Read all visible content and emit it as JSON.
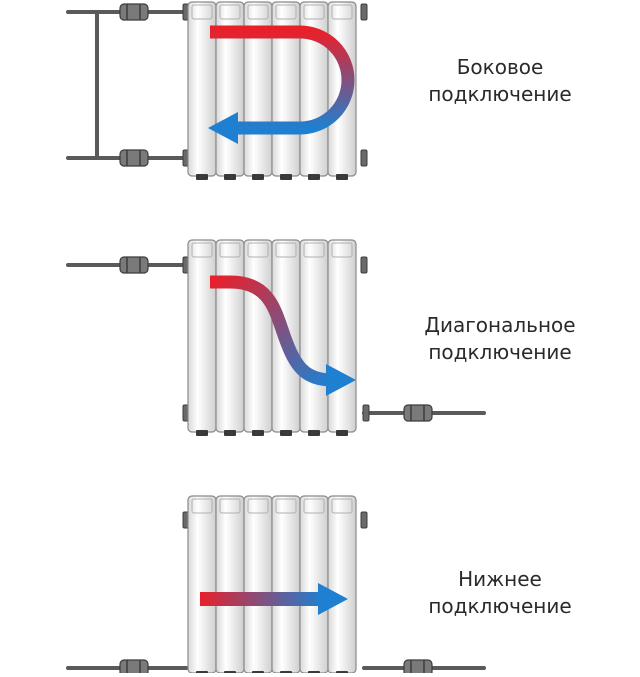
{
  "diagrams": [
    {
      "id": "side",
      "caption_line1": "Боковое",
      "caption_line2": "подключение",
      "arrow_color_start": "#e8202a",
      "arrow_color_end": "#1f7fd0"
    },
    {
      "id": "diagonal",
      "caption_line1": "Диагональное",
      "caption_line2": "подключение",
      "arrow_color_start": "#e8202a",
      "arrow_color_end": "#1f7fd0"
    },
    {
      "id": "bottom",
      "caption_line1": "Нижнее",
      "caption_line2": "подключение",
      "arrow_color_start": "#e8202a",
      "arrow_color_end": "#1f7fd0"
    }
  ],
  "colors": {
    "pipe": "#5a5a5a",
    "radiator_fill": "#f2f2f2",
    "radiator_stroke": "#8a8a8a",
    "valve": "#7a7a7a"
  }
}
